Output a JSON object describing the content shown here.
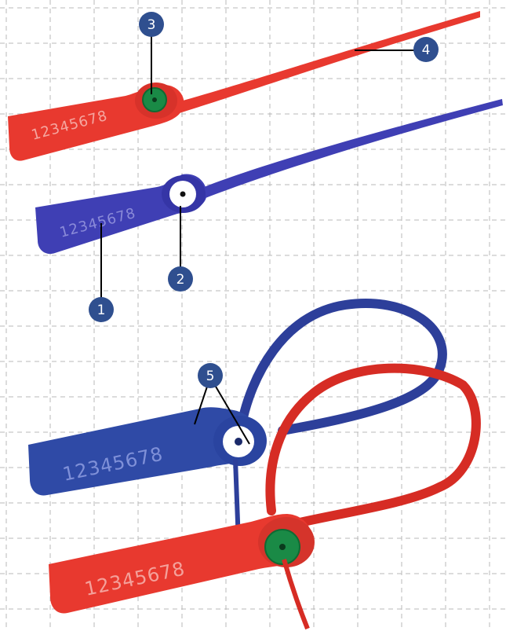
{
  "grid": {
    "color": "#b9b9b9"
  },
  "colors": {
    "red_seal": "#e8392f",
    "red_dark": "#c62a22",
    "blue_seal": "#3f3fb4",
    "blue_dark": "#2a2a8c",
    "insert_green": "#1a8a46",
    "insert_white": "#ffffff",
    "callout_fill": "#2f4f8f",
    "leader_line": "#000000"
  },
  "callouts": [
    {
      "id": "1",
      "label": "1"
    },
    {
      "id": "2",
      "label": "2"
    },
    {
      "id": "3",
      "label": "3"
    },
    {
      "id": "4",
      "label": "4"
    },
    {
      "id": "5",
      "label": "5"
    }
  ],
  "seals": {
    "red_top": {
      "serial": "12345678"
    },
    "blue_middle": {
      "serial": "12345678"
    },
    "blue_bottom": {
      "serial": "12345678"
    },
    "red_bottom": {
      "serial": "12345678"
    }
  }
}
